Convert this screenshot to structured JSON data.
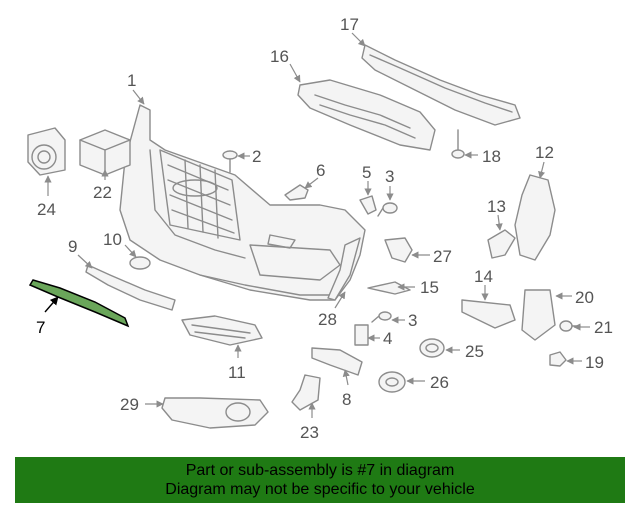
{
  "callouts": [
    "1",
    "2",
    "3",
    "3",
    "4",
    "5",
    "6",
    "7",
    "8",
    "9",
    "10",
    "11",
    "12",
    "13",
    "14",
    "15",
    "16",
    "17",
    "18",
    "19",
    "20",
    "21",
    "22",
    "23",
    "24",
    "25",
    "26",
    "27",
    "28",
    "29"
  ],
  "highlighted_part": "7",
  "colors": {
    "banner": "#1f7a14",
    "highlight": "#000000",
    "line": "#8c8c8c"
  },
  "footer": {
    "line1": "Part or sub-assembly is #7 in diagram",
    "line2": "Diagram may not be specific to your vehicle"
  }
}
